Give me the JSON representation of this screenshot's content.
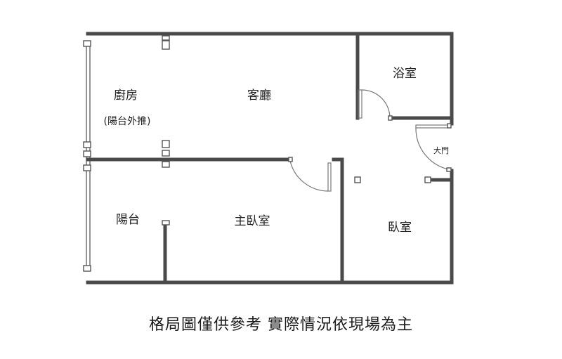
{
  "rooms": {
    "kitchen": "廚房",
    "living_room": "客廳",
    "balcony_note": "(陽台外推)",
    "bathroom": "浴室",
    "main_door": "大門",
    "balcony": "陽台",
    "master_bedroom": "主臥室",
    "bedroom": "臥室"
  },
  "caption": "格局圖僅供參考 實際情況依現場為主",
  "colors": {
    "wall": "#4a4a4a",
    "background": "#ffffff"
  }
}
